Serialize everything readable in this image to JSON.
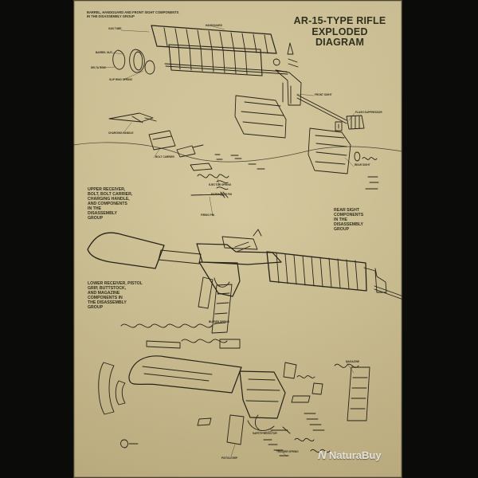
{
  "poster": {
    "title": {
      "line1": "AR-15-TYPE RIFLE",
      "line2": "EXPLODED",
      "line3": "DIAGRAM"
    },
    "sections": {
      "barrel_group": "BARREL, HANDGUARD and FRONT SIGHT COMPONENTS\nIN THE DISASSEMBLY GROUP",
      "upper_group": "UPPER RECEIVER,\nBOLT, BOLT CARRIER,\nCHARGING HANDLE,\nand COMPONENTS\nIN THE\nDISASSEMBLY\nGROUP",
      "rear_sight_group": "REAR SIGHT\nCOMPONENTS\nIN THE\nDISASSEMBLY\nGROUP",
      "lower_group": "LOWER RECEIVER, PISTOL\nGRIP, BUTTSTOCK,\nand MAGAZINE\nCOMPONENTS IN\nTHE DISASSEMBLY\nGROUP"
    },
    "part_labels": [
      "GAS TUBE",
      "HANDGUARD",
      "BARREL NUT",
      "DELTA RING",
      "SLIP RING SPRING",
      "FRONT SIGHT",
      "FLASH SUPPRESSOR",
      "BOLT CARRIER",
      "CHARGING HANDLE",
      "EJECTOR SPRING",
      "EXTRACTOR PIN",
      "FIRING PIN",
      "REAR SIGHT",
      "BUFFER SPRING",
      "MAGAZINE",
      "SAFETY SELECTOR",
      "TRIGGER SPRING",
      "PISTOL GRIP"
    ]
  },
  "watermark": {
    "brand": "NaturaBuy"
  }
}
